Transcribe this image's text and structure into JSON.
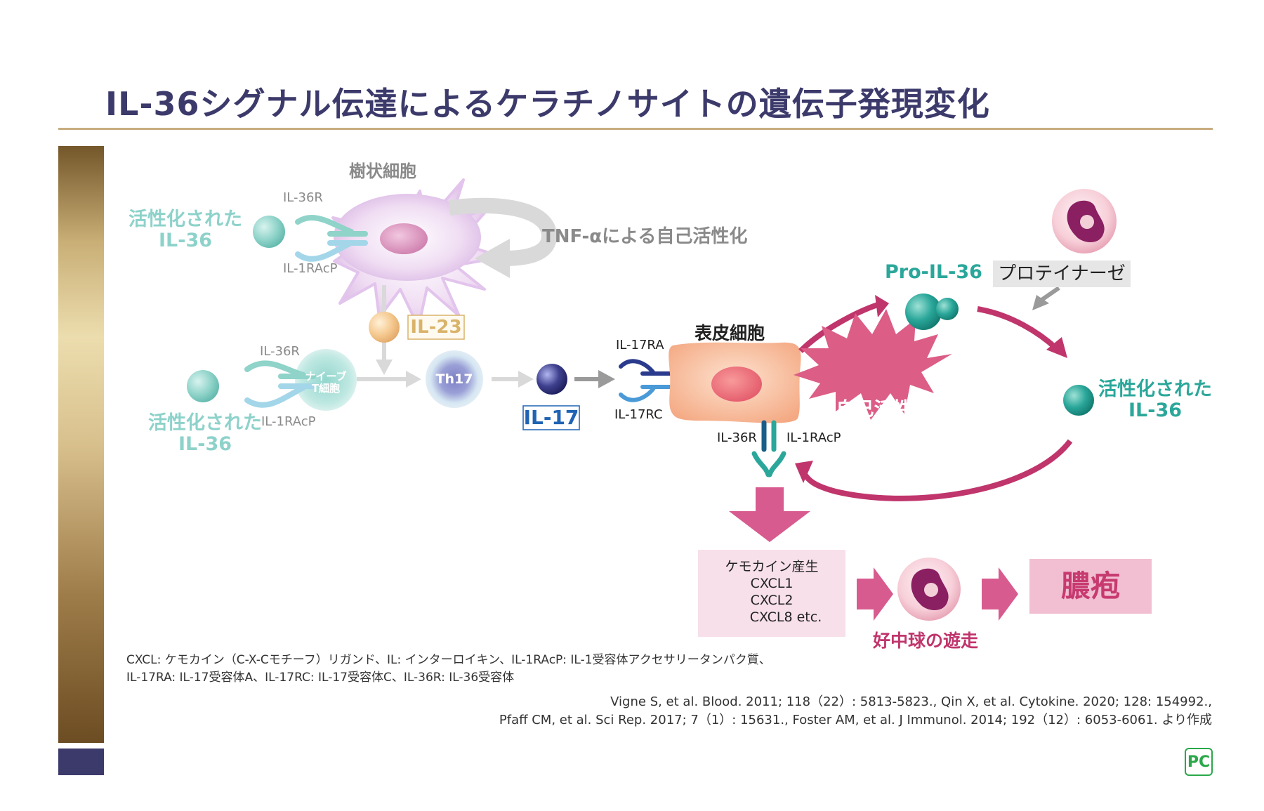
{
  "title": "IL-36シグナル伝達によるケラチノサイトの遺伝子発現変化",
  "dendritic": {
    "label": "樹状細胞",
    "il36r": "IL-36R",
    "il1racp": "IL-1RAcP",
    "activated_il36": "活性化された\nIL-36",
    "tnf_loop": "TNF-αによる自己活性化"
  },
  "il23": "IL-23",
  "naive": {
    "il36r": "IL-36R",
    "il1racp": "IL-1RAcP",
    "cell_label": "ナイーブ\nT細胞",
    "activated_il36": "活性化された\nIL-36"
  },
  "th17": "Th17",
  "il17": "IL-17",
  "epidermis": {
    "label": "表皮細胞",
    "il17ra": "IL-17RA",
    "il17rc": "IL-17RC",
    "il36r": "IL-36R",
    "il1racp": "IL-1RAcP"
  },
  "pro_il36": "Pro-IL-36",
  "protease": "プロテイナーゼ",
  "self_activation": "自己活性化",
  "activated_il36_right": "活性化された\nIL-36",
  "chemokine": {
    "title": "ケモカイン産生",
    "items": [
      "CXCL1",
      "CXCL2",
      "CXCL8 etc."
    ]
  },
  "neutrophil_migration": "好中球の遊走",
  "pustule": "膿疱",
  "notes": [
    "CXCL: ケモカイン（C-X-Cモチーフ）リガンド、IL: インターロイキン、IL-1RAcP: IL-1受容体アクセサリータンパク質、",
    "IL-17RA: IL-17受容体A、IL-17RC: IL-17受容体C、IL-36R: IL-36受容体"
  ],
  "references": [
    "Vigne S, et al. Blood. 2011; 118（22）: 5813-5823., Qin X, et al. Cytokine. 2020; 128: 154992.,",
    "Pfaff CM, et al. Sci Rep. 2017; 7（1）: 15631., Foster AM, et al. J Immunol. 2014; 192（12）: 6053-6061. より作成"
  ],
  "logo": "PC",
  "colors": {
    "title": "#3c3a6b",
    "teal": "#2aa79a",
    "magenta": "#c0356c",
    "il17_blue": "#1f63b4",
    "il23_gold": "#d9b36a"
  }
}
